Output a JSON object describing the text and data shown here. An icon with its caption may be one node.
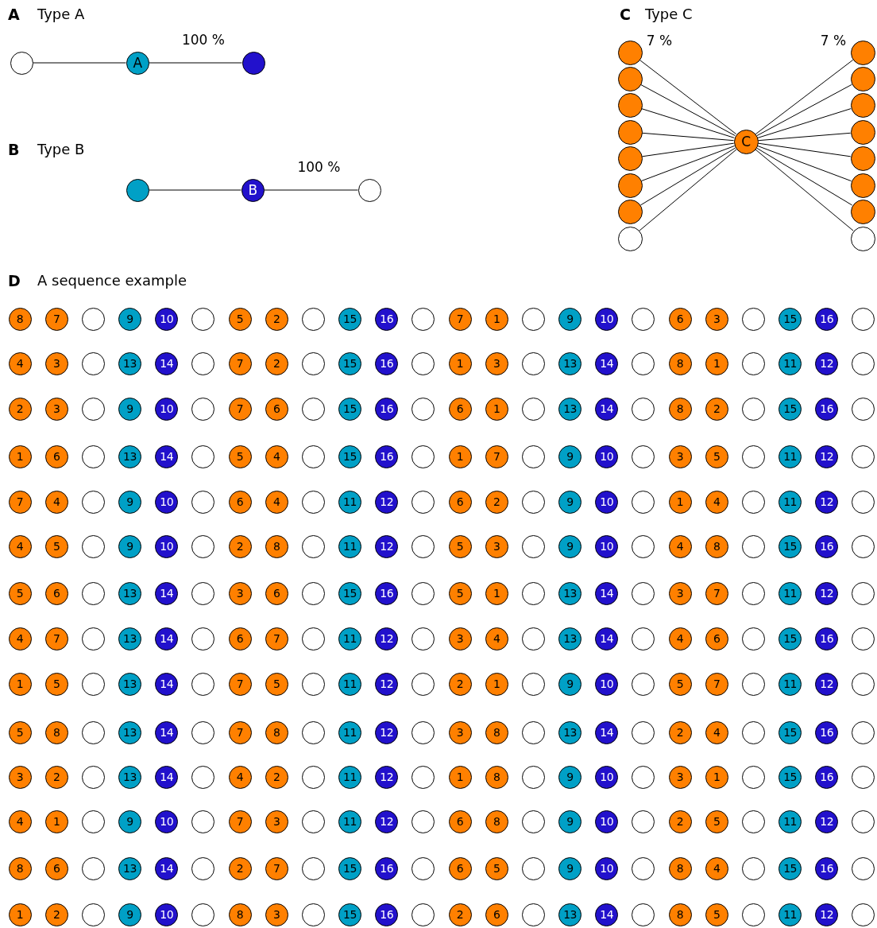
{
  "diagram": {
    "nodes": [
      {
        "text": [],
        "shape": "circle"
      },
      {
        "text": [
          "A"
        ]
      },
      {
        "text": [],
        "shape": "circle"
      },
      {
        "text": [],
        "shape": "circle"
      },
      {
        "text": [
          "B"
        ]
      },
      {
        "text": [],
        "shape": "circle"
      },
      {
        "text": [],
        "shape": "circle"
      },
      {
        "text": [],
        "shape": "circle"
      },
      {
        "text": [],
        "shape": "circle"
      },
      {
        "text": [],
        "shape": "circle"
      },
      {
        "text": [],
        "shape": "circle"
      },
      {
        "text": [],
        "shape": "circle"
      },
      {
        "text": [],
        "shape": "circle"
      },
      {
        "text": [],
        "shape": "circle"
      },
      {
        "text": [
          "C"
        ]
      },
      {
        "text": [],
        "shape": "circle"
      },
      {
        "text": [],
        "shape": "circle"
      },
      {
        "text": [],
        "shape": "circle"
      },
      {
        "text": [],
        "shape": "circle"
      },
      {
        "text": [],
        "shape": "circle"
      },
      {
        "text": [],
        "shape": "circle"
      },
      {
        "text": [],
        "shape": "circle"
      },
      {
        "text": [],
        "shape": "circle"
      },
      {
        "text": [
          "8"
        ]
      },
      {
        "text": [
          "7"
        ]
      },
      {
        "text": [],
        "shape": "circle"
      },
      {
        "text": [
          "9"
        ]
      },
      {
        "text": [
          "10"
        ]
      },
      {
        "text": [],
        "shape": "circle"
      },
      {
        "text": [
          "5"
        ]
      },
      {
        "text": [
          "2"
        ]
      },
      {
        "text": [],
        "shape": "circle"
      },
      {
        "text": [
          "15"
        ]
      },
      {
        "text": [
          "16"
        ]
      },
      {
        "text": [],
        "shape": "circle"
      },
      {
        "text": [
          "7"
        ]
      },
      {
        "text": [
          "1"
        ]
      },
      {
        "text": [],
        "shape": "circle"
      },
      {
        "text": [
          "9"
        ]
      },
      {
        "text": [
          "10"
        ]
      },
      {
        "text": [],
        "shape": "circle"
      },
      {
        "text": [
          "6"
        ]
      },
      {
        "text": [
          "3"
        ]
      },
      {
        "text": [],
        "shape": "circle"
      },
      {
        "text": [
          "15"
        ]
      },
      {
        "text": [
          "16"
        ]
      },
      {
        "text": [],
        "shape": "circle"
      },
      {
        "text": [
          "4"
        ]
      },
      {
        "text": [
          "3"
        ]
      },
      {
        "text": [],
        "shape": "circle"
      },
      {
        "text": [
          "13"
        ]
      },
      {
        "text": [
          "14"
        ]
      },
      {
        "text": [],
        "shape": "circle"
      },
      {
        "text": [
          "7"
        ]
      },
      {
        "text": [
          "2"
        ]
      },
      {
        "text": [],
        "shape": "circle"
      },
      {
        "text": [
          "15"
        ]
      },
      {
        "text": [
          "16"
        ]
      },
      {
        "text": [],
        "shape": "circle"
      },
      {
        "text": [
          "1"
        ]
      },
      {
        "text": [
          "3"
        ]
      },
      {
        "text": [],
        "shape": "circle"
      },
      {
        "text": [
          "13"
        ]
      },
      {
        "text": [
          "14"
        ]
      },
      {
        "text": [],
        "shape": "circle"
      },
      {
        "text": [
          "8"
        ]
      },
      {
        "text": [
          "1"
        ]
      },
      {
        "text": [],
        "shape": "circle"
      },
      {
        "text": [
          "11"
        ]
      },
      {
        "text": [
          "12"
        ]
      },
      {
        "text": [],
        "shape": "circle"
      },
      {
        "text": [
          "2"
        ]
      },
      {
        "text": [
          "3"
        ]
      },
      {
        "text": [],
        "shape": "circle"
      },
      {
        "text": [
          "9"
        ]
      },
      {
        "text": [
          "10"
        ]
      },
      {
        "text": [],
        "shape": "circle"
      },
      {
        "text": [
          "7"
        ]
      },
      {
        "text": [
          "6"
        ]
      },
      {
        "text": [],
        "shape": "circle"
      },
      {
        "text": [
          "15"
        ]
      },
      {
        "text": [
          "16"
        ]
      },
      {
        "text": [],
        "shape": "circle"
      },
      {
        "text": [
          "6"
        ]
      },
      {
        "text": [
          "1"
        ]
      },
      {
        "text": [],
        "shape": "circle"
      },
      {
        "text": [
          "13"
        ]
      },
      {
        "text": [
          "14"
        ]
      },
      {
        "text": [],
        "shape": "circle"
      },
      {
        "text": [
          "8"
        ]
      },
      {
        "text": [
          "2"
        ]
      },
      {
        "text": [],
        "shape": "circle"
      },
      {
        "text": [
          "15"
        ]
      },
      {
        "text": [
          "16"
        ]
      },
      {
        "text": [],
        "shape": "circle"
      },
      {
        "text": [
          "1"
        ]
      },
      {
        "text": [
          "6"
        ]
      },
      {
        "text": [],
        "shape": "circle"
      },
      {
        "text": [
          "13"
        ]
      },
      {
        "text": [
          "14"
        ]
      },
      {
        "text": [],
        "shape": "circle"
      },
      {
        "text": [
          "5"
        ]
      },
      {
        "text": [
          "4"
        ]
      },
      {
        "text": [],
        "shape": "circle"
      },
      {
        "text": [
          "15"
        ]
      },
      {
        "text": [
          "16"
        ]
      },
      {
        "text": [],
        "shape": "circle"
      },
      {
        "text": [
          "1"
        ]
      },
      {
        "text": [
          "7"
        ]
      },
      {
        "text": [],
        "shape": "circle"
      },
      {
        "text": [
          "9"
        ]
      },
      {
        "text": [
          "10"
        ]
      },
      {
        "text": [],
        "shape": "circle"
      },
      {
        "text": [
          "3"
        ]
      },
      {
        "text": [
          "5"
        ]
      },
      {
        "text": [],
        "shape": "circle"
      },
      {
        "text": [
          "11"
        ]
      },
      {
        "text": [
          "12"
        ]
      },
      {
        "text": [],
        "shape": "circle"
      },
      {
        "text": [
          "7"
        ]
      },
      {
        "text": [
          "4"
        ]
      },
      {
        "text": [],
        "shape": "circle"
      },
      {
        "text": [
          "9"
        ]
      },
      {
        "text": [
          "10"
        ]
      },
      {
        "text": [],
        "shape": "circle"
      },
      {
        "text": [
          "6"
        ]
      },
      {
        "text": [
          "4"
        ]
      },
      {
        "text": [],
        "shape": "circle"
      },
      {
        "text": [
          "11"
        ]
      },
      {
        "text": [
          "12"
        ]
      },
      {
        "text": [],
        "shape": "circle"
      },
      {
        "text": [
          "6"
        ]
      },
      {
        "text": [
          "2"
        ]
      },
      {
        "text": [],
        "shape": "circle"
      },
      {
        "text": [
          "9"
        ]
      },
      {
        "text": [
          "10"
        ]
      },
      {
        "text": [],
        "shape": "circle"
      },
      {
        "text": [
          "1"
        ]
      },
      {
        "text": [
          "4"
        ]
      },
      {
        "text": [],
        "shape": "circle"
      },
      {
        "text": [
          "11"
        ]
      },
      {
        "text": [
          "12"
        ]
      },
      {
        "text": [],
        "shape": "circle"
      },
      {
        "text": [
          "4"
        ]
      },
      {
        "text": [
          "5"
        ]
      },
      {
        "text": [],
        "shape": "circle"
      },
      {
        "text": [
          "9"
        ]
      },
      {
        "text": [
          "10"
        ]
      },
      {
        "text": [],
        "shape": "circle"
      },
      {
        "text": [
          "2"
        ]
      },
      {
        "text": [
          "8"
        ]
      },
      {
        "text": [],
        "shape": "circle"
      },
      {
        "text": [
          "11"
        ]
      },
      {
        "text": [
          "12"
        ]
      },
      {
        "text": [],
        "shape": "circle"
      },
      {
        "text": [
          "5"
        ]
      },
      {
        "text": [
          "3"
        ]
      },
      {
        "text": [],
        "shape": "circle"
      },
      {
        "text": [
          "9"
        ]
      },
      {
        "text": [
          "10"
        ]
      },
      {
        "text": [],
        "shape": "circle"
      },
      {
        "text": [
          "4"
        ]
      },
      {
        "text": [
          "8"
        ]
      },
      {
        "text": [],
        "shape": "circle"
      },
      {
        "text": [
          "15"
        ]
      },
      {
        "text": [
          "16"
        ]
      },
      {
        "text": [],
        "shape": "circle"
      },
      {
        "text": [
          "5"
        ]
      },
      {
        "text": [
          "6"
        ]
      },
      {
        "text": [],
        "shape": "circle"
      },
      {
        "text": [
          "13"
        ]
      },
      {
        "text": [
          "14"
        ]
      },
      {
        "text": [],
        "shape": "circle"
      },
      {
        "text": [
          "3"
        ]
      },
      {
        "text": [
          "6"
        ]
      },
      {
        "text": [],
        "shape": "circle"
      },
      {
        "text": [
          "15"
        ]
      },
      {
        "text": [
          "16"
        ]
      },
      {
        "text": [],
        "shape": "circle"
      },
      {
        "text": [
          "5"
        ]
      },
      {
        "text": [
          "1"
        ]
      },
      {
        "text": [],
        "shape": "circle"
      },
      {
        "text": [
          "13"
        ]
      },
      {
        "text": [
          "14"
        ]
      },
      {
        "text": [],
        "shape": "circle"
      },
      {
        "text": [
          "3"
        ]
      },
      {
        "text": [
          "7"
        ]
      },
      {
        "text": [],
        "shape": "circle"
      },
      {
        "text": [
          "11"
        ]
      },
      {
        "text": [
          "12"
        ]
      },
      {
        "text": [],
        "shape": "circle"
      },
      {
        "text": [
          "4"
        ]
      },
      {
        "text": [
          "7"
        ]
      },
      {
        "text": [],
        "shape": "circle"
      },
      {
        "text": [
          "13"
        ]
      },
      {
        "text": [
          "14"
        ]
      },
      {
        "text": [],
        "shape": "circle"
      },
      {
        "text": [
          "6"
        ]
      },
      {
        "text": [
          "7"
        ]
      },
      {
        "text": [],
        "shape": "circle"
      },
      {
        "text": [
          "11"
        ]
      },
      {
        "text": [
          "12"
        ]
      },
      {
        "text": [],
        "shape": "circle"
      },
      {
        "text": [
          "3"
        ]
      },
      {
        "text": [
          "4"
        ]
      },
      {
        "text": [],
        "shape": "circle"
      },
      {
        "text": [
          "13"
        ]
      },
      {
        "text": [
          "14"
        ]
      },
      {
        "text": [],
        "shape": "circle"
      },
      {
        "text": [
          "4"
        ]
      },
      {
        "text": [
          "6"
        ]
      },
      {
        "text": [],
        "shape": "circle"
      },
      {
        "text": [
          "15"
        ]
      },
      {
        "text": [
          "16"
        ]
      },
      {
        "text": [],
        "shape": "circle"
      },
      {
        "text": [
          "1"
        ]
      },
      {
        "text": [
          "5"
        ]
      },
      {
        "text": [],
        "shape": "circle"
      },
      {
        "text": [
          "13"
        ]
      },
      {
        "text": [
          "14"
        ]
      },
      {
        "text": [],
        "shape": "circle"
      },
      {
        "text": [
          "7"
        ]
      },
      {
        "text": [
          "5"
        ]
      },
      {
        "text": [],
        "shape": "circle"
      },
      {
        "text": [
          "11"
        ]
      },
      {
        "text": [
          "12"
        ]
      },
      {
        "text": [],
        "shape": "circle"
      },
      {
        "text": [
          "2"
        ]
      },
      {
        "text": [
          "1"
        ]
      },
      {
        "text": [],
        "shape": "circle"
      },
      {
        "text": [
          "9"
        ]
      },
      {
        "text": [
          "10"
        ]
      },
      {
        "text": [],
        "shape": "circle"
      },
      {
        "text": [
          "5"
        ]
      },
      {
        "text": [
          "7"
        ]
      },
      {
        "text": [],
        "shape": "circle"
      },
      {
        "text": [
          "11"
        ]
      },
      {
        "text": [
          "12"
        ]
      },
      {
        "text": [],
        "shape": "circle"
      },
      {
        "text": [
          "5"
        ]
      },
      {
        "text": [
          "8"
        ]
      },
      {
        "text": [],
        "shape": "circle"
      },
      {
        "text": [
          "13"
        ]
      },
      {
        "text": [
          "14"
        ]
      },
      {
        "text": [],
        "shape": "circle"
      },
      {
        "text": [
          "7"
        ]
      },
      {
        "text": [
          "8"
        ]
      },
      {
        "text": [],
        "shape": "circle"
      },
      {
        "text": [
          "11"
        ]
      },
      {
        "text": [
          "12"
        ]
      },
      {
        "text": [],
        "shape": "circle"
      },
      {
        "text": [
          "3"
        ]
      },
      {
        "text": [
          "8"
        ]
      },
      {
        "text": [],
        "shape": "circle"
      },
      {
        "text": [
          "13"
        ]
      },
      {
        "text": [
          "14"
        ]
      },
      {
        "text": [],
        "shape": "circle"
      },
      {
        "text": [
          "2"
        ]
      },
      {
        "text": [
          "4"
        ]
      },
      {
        "text": [],
        "shape": "circle"
      },
      {
        "text": [
          "15"
        ]
      },
      {
        "text": [
          "16"
        ]
      },
      {
        "text": [],
        "shape": "circle"
      },
      {
        "text": [
          "3"
        ]
      },
      {
        "text": [
          "2"
        ]
      },
      {
        "text": [],
        "shape": "circle"
      },
      {
        "text": [
          "13"
        ]
      },
      {
        "text": [
          "14"
        ]
      },
      {
        "text": [],
        "shape": "circle"
      },
      {
        "text": [
          "4"
        ]
      },
      {
        "text": [
          "2"
        ]
      },
      {
        "text": [],
        "shape": "circle"
      },
      {
        "text": [
          "11"
        ]
      },
      {
        "text": [
          "12"
        ]
      },
      {
        "text": [],
        "shape": "circle"
      },
      {
        "text": [
          "1"
        ]
      },
      {
        "text": [
          "8"
        ]
      },
      {
        "text": [],
        "shape": "circle"
      },
      {
        "text": [
          "9"
        ]
      },
      {
        "text": [
          "10"
        ]
      },
      {
        "text": [],
        "shape": "circle"
      },
      {
        "text": [
          "3"
        ]
      },
      {
        "text": [
          "1"
        ]
      },
      {
        "text": [],
        "shape": "circle"
      },
      {
        "text": [
          "15"
        ]
      },
      {
        "text": [
          "16"
        ]
      },
      {
        "text": [],
        "shape": "circle"
      },
      {
        "text": [
          "4"
        ]
      },
      {
        "text": [
          "1"
        ]
      },
      {
        "text": [],
        "shape": "circle"
      },
      {
        "text": [
          "9"
        ]
      },
      {
        "text": [
          "10"
        ]
      },
      {
        "text": [],
        "shape": "circle"
      },
      {
        "text": [
          "7"
        ]
      },
      {
        "text": [
          "3"
        ]
      },
      {
        "text": [],
        "shape": "circle"
      },
      {
        "text": [
          "11"
        ]
      },
      {
        "text": [
          "12"
        ]
      },
      {
        "text": [],
        "shape": "circle"
      },
      {
        "text": [
          "6"
        ]
      },
      {
        "text": [
          "8"
        ]
      },
      {
        "text": [],
        "shape": "circle"
      },
      {
        "text": [
          "9"
        ]
      },
      {
        "text": [
          "10"
        ]
      },
      {
        "text": [],
        "shape": "circle"
      },
      {
        "text": [
          "2"
        ]
      },
      {
        "text": [
          "5"
        ]
      },
      {
        "text": [],
        "shape": "circle"
      },
      {
        "text": [
          "11"
        ]
      },
      {
        "text": [
          "12"
        ]
      },
      {
        "text": [],
        "shape": "circle"
      },
      {
        "text": [
          "8"
        ]
      },
      {
        "text": [
          "6"
        ]
      },
      {
        "text": [],
        "shape": "circle"
      },
      {
        "text": [
          "13"
        ]
      },
      {
        "text": [
          "14"
        ]
      },
      {
        "text": [],
        "shape": "circle"
      },
      {
        "text": [
          "2"
        ]
      },
      {
        "text": [
          "7"
        ]
      },
      {
        "text": [],
        "shape": "circle"
      },
      {
        "text": [
          "15"
        ]
      },
      {
        "text": [
          "16"
        ]
      },
      {
        "text": [],
        "shape": "circle"
      },
      {
        "text": [
          "6"
        ]
      },
      {
        "text": [
          "5"
        ]
      },
      {
        "text": [],
        "shape": "circle"
      },
      {
        "text": [
          "9"
        ]
      },
      {
        "text": [
          "10"
        ]
      },
      {
        "text": [],
        "shape": "circle"
      },
      {
        "text": [
          "8"
        ]
      },
      {
        "text": [
          "4"
        ]
      },
      {
        "text": [],
        "shape": "circle"
      },
      {
        "text": [
          "15"
        ]
      },
      {
        "text": [
          "16"
        ]
      },
      {
        "text": [],
        "shape": "circle"
      },
      {
        "text": [
          "1"
        ]
      },
      {
        "text": [
          "2"
        ]
      },
      {
        "text": [],
        "shape": "circle"
      },
      {
        "text": [
          "9"
        ]
      },
      {
        "text": [
          "10"
        ]
      },
      {
        "text": [],
        "shape": "circle"
      },
      {
        "text": [
          "8"
        ]
      },
      {
        "text": [
          "3"
        ]
      },
      {
        "text": [],
        "shape": "circle"
      },
      {
        "text": [
          "15"
        ]
      },
      {
        "text": [
          "16"
        ]
      },
      {
        "text": [],
        "shape": "circle"
      },
      {
        "text": [
          "2"
        ]
      },
      {
        "text": [
          "6"
        ]
      },
      {
        "text": [],
        "shape": "circle"
      },
      {
        "text": [
          "13"
        ]
      },
      {
        "text": [
          "14"
        ]
      },
      {
        "text": [],
        "shape": "circle"
      },
      {
        "text": [
          "8"
        ]
      },
      {
        "text": [
          "5"
        ]
      },
      {
        "text": [],
        "shape": "circle"
      },
      {
        "text": [
          "11"
        ]
      },
      {
        "text": [
          "12"
        ]
      },
      {
        "text": [],
        "shape": "circle"
      }
    ],
    "edges": [
      {
        "from": 0,
        "to": 1,
        "arrow": "none"
      },
      {
        "from": 1,
        "to": 2,
        "arrow": "none",
        "label": "100 %"
      },
      {
        "from": 3,
        "to": 4,
        "arrow": "none"
      },
      {
        "from": 4,
        "to": 5,
        "arrow": "none",
        "label": "100 %"
      },
      {
        "from": 6,
        "to": 14,
        "arrow": "none",
        "label": "7 %"
      },
      {
        "from": 7,
        "to": 14,
        "arrow": "none"
      },
      {
        "from": 8,
        "to": 14,
        "arrow": "none"
      },
      {
        "from": 9,
        "to": 14,
        "arrow": "none"
      },
      {
        "from": 10,
        "to": 14,
        "arrow": "none"
      },
      {
        "from": 11,
        "to": 14,
        "arrow": "none"
      },
      {
        "from": 12,
        "to": 14,
        "arrow": "none"
      },
      {
        "from": 13,
        "to": 14,
        "arrow": "none"
      },
      {
        "from": 14,
        "to": 15,
        "arrow": "none",
        "label": "7 %"
      },
      {
        "from": 14,
        "to": 16,
        "arrow": "none"
      },
      {
        "from": 14,
        "to": 17,
        "arrow": "none"
      },
      {
        "from": 14,
        "to": 18,
        "arrow": "none"
      },
      {
        "from": 14,
        "to": 19,
        "arrow": "none"
      },
      {
        "from": 14,
        "to": 20,
        "arrow": "none"
      },
      {
        "from": 14,
        "to": 21,
        "arrow": "none"
      },
      {
        "from": 14,
        "to": 22,
        "arrow": "none"
      }
    ],
    "labels": [
      "A",
      "Type A",
      "B",
      "Type B",
      "C",
      "Type C",
      "D",
      "A sequence example"
    ]
  }
}
